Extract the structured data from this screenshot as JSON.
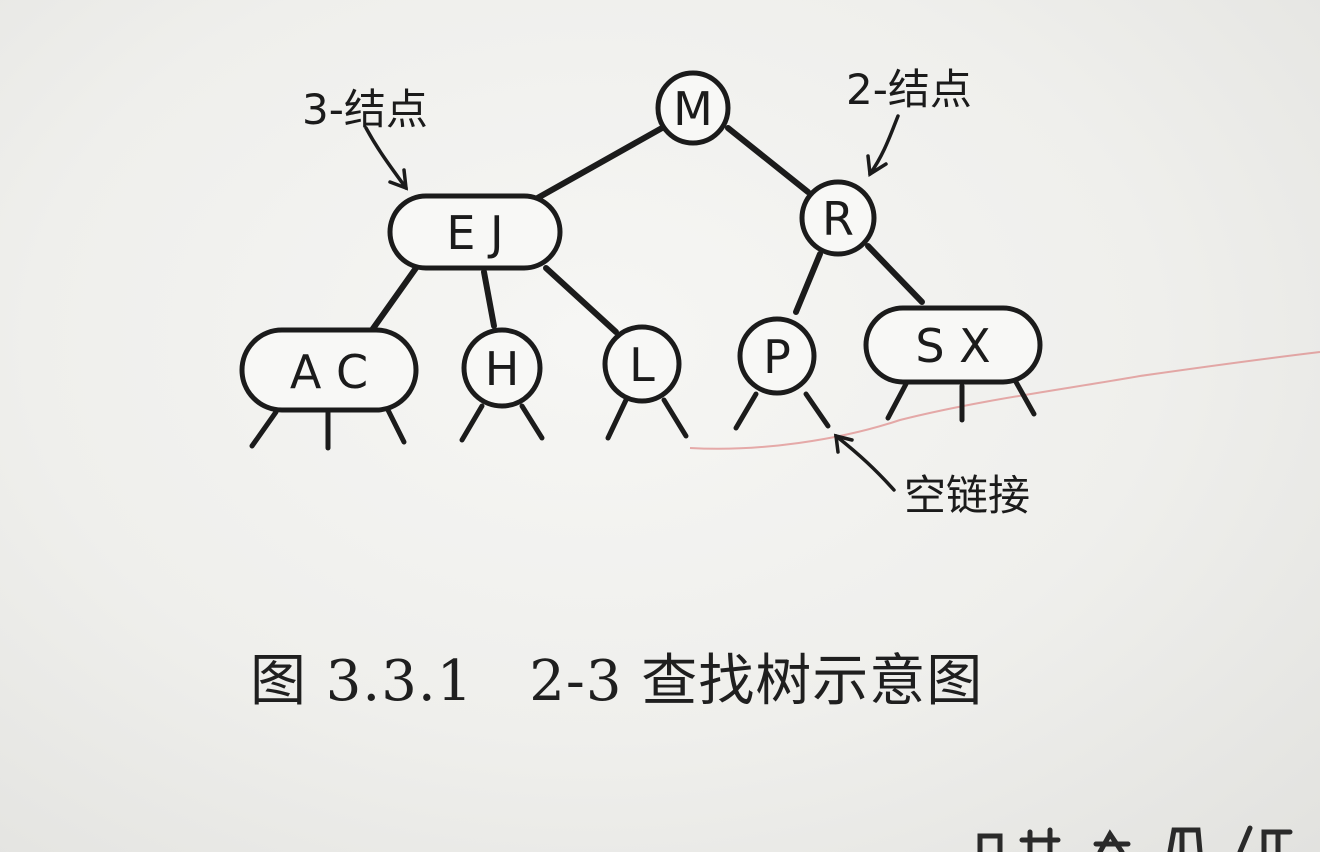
{
  "tree": {
    "root": {
      "label": "M",
      "kind": "2-node"
    },
    "left": {
      "label": "E J",
      "kind": "3-node"
    },
    "right": {
      "label": "R",
      "kind": "2-node"
    },
    "leaves": [
      {
        "label": "A C",
        "kind": "3-node",
        "null_links": 3
      },
      {
        "label": "H",
        "kind": "2-node",
        "null_links": 2
      },
      {
        "label": "L",
        "kind": "2-node",
        "null_links": 2
      },
      {
        "label": "P",
        "kind": "2-node",
        "null_links": 2
      },
      {
        "label": "S X",
        "kind": "3-node",
        "null_links": 3
      }
    ]
  },
  "annotations": {
    "three_node": "3-结点",
    "two_node": "2-结点",
    "null_link": "空链接"
  },
  "caption": {
    "number": "图 3.3.1",
    "title": "2-3 查找树示意图"
  },
  "colors": {
    "ink": "#1b1b1b",
    "paper": "#f3f3f1",
    "red_stroke": "#d96b6b"
  }
}
